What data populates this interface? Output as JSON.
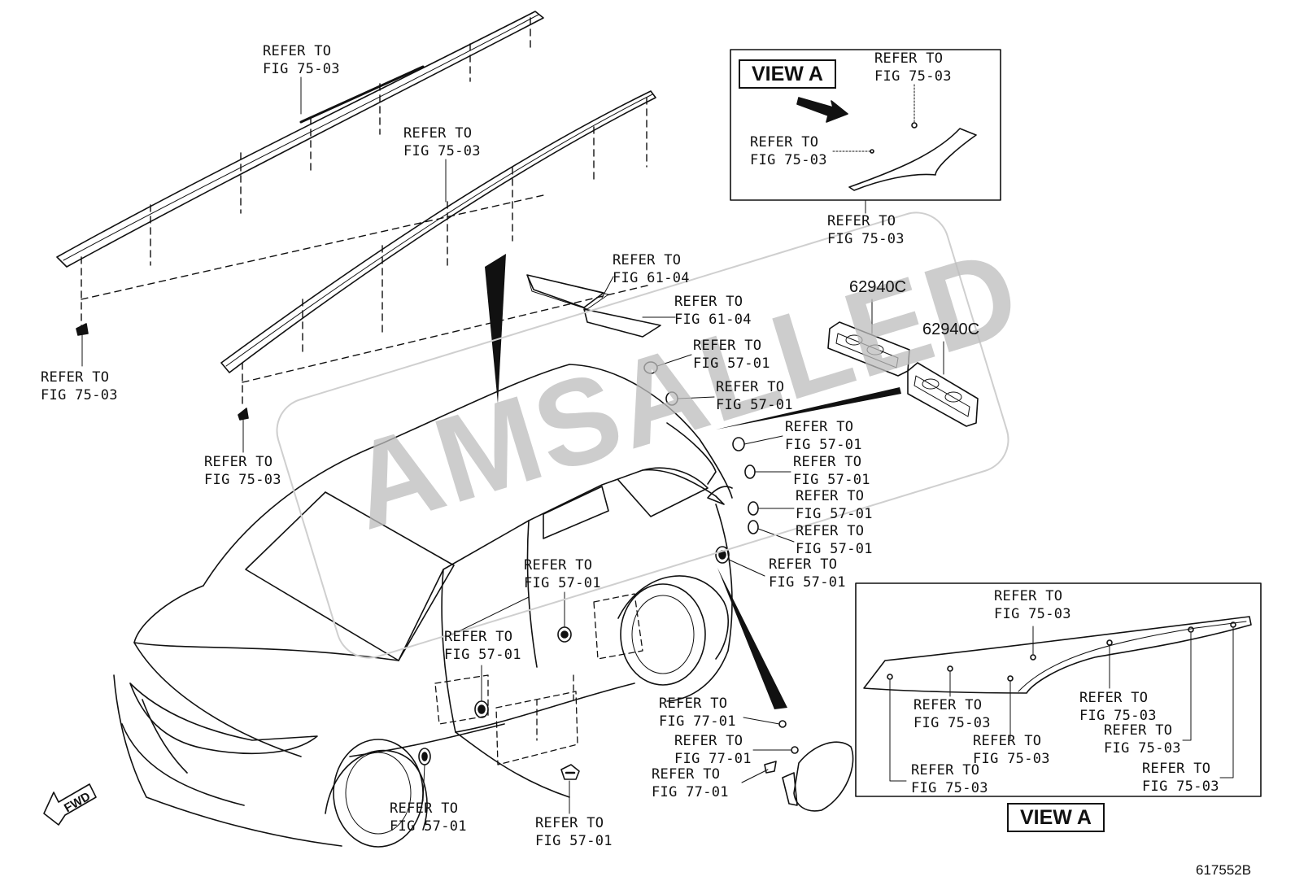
{
  "watermark": "AMSALLED",
  "drawing_code": "617552B",
  "fwd_label": "FWD",
  "view_a_title": "VIEW A",
  "part_numbers": [
    "62940C",
    "62940C"
  ],
  "labels": [
    "REFER TO\nFIG 75-03",
    "REFER TO\nFIG 75-03",
    "REFER TO\nFIG 75-03",
    "REFER TO\nFIG 75-03",
    "REFER TO\nFIG 61-04",
    "REFER TO\nFIG 61-04",
    "REFER TO\nFIG 57-01",
    "REFER TO\nFIG 57-01",
    "REFER TO\nFIG 57-01",
    "REFER TO\nFIG 57-01",
    "REFER TO\nFIG 57-01",
    "REFER TO\nFIG 57-01",
    "REFER TO\nFIG 57-01",
    "REFER TO\nFIG 57-01",
    "REFER TO\nFIG 57-01",
    "REFER TO\nFIG 57-01",
    "REFER TO\nFIG 57-01",
    "REFER TO\nFIG 77-01",
    "REFER TO\nFIG 77-01",
    "REFER TO\nFIG 77-01",
    "REFER TO\nFIG 75-03",
    "REFER TO\nFIG 75-03",
    "REFER TO\nFIG 75-03",
    "REFER TO\nFIG 75-03",
    "REFER TO\nFIG 75-03",
    "REFER TO\nFIG 75-03",
    "REFER TO\nFIG 75-03",
    "REFER TO\nFIG 75-03",
    "REFER TO\nFIG 75-03",
    "REFER TO\nFIG 75-03"
  ]
}
